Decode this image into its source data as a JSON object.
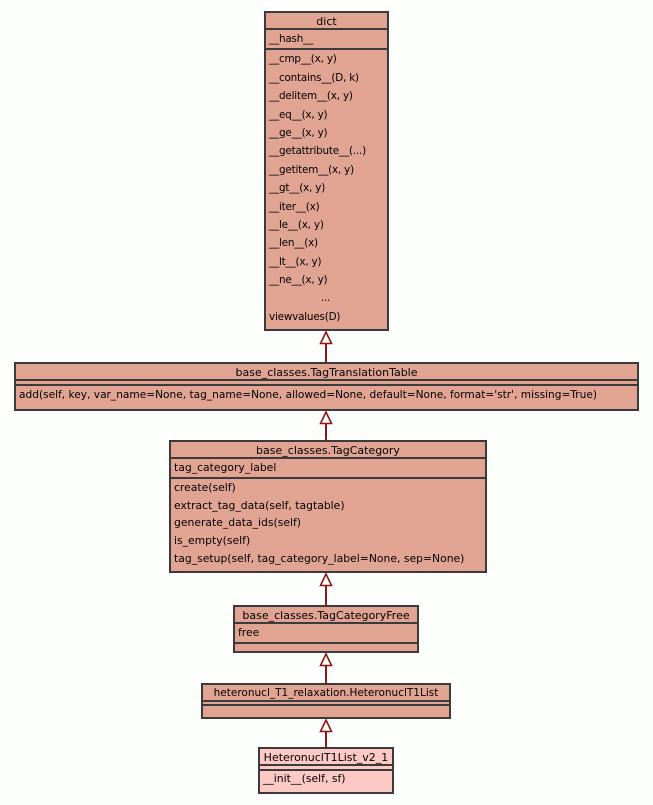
{
  "diagram": {
    "type": "uml-class-inheritance",
    "background_color": "#fdfffd",
    "class_fill_color": "#e2a492",
    "highlight_fill_color": "#fcc9c5",
    "border_color": "#3b3b3b",
    "arrow_color": "#8c1717",
    "classes": [
      {
        "name": "dict",
        "attributes": [
          "__hash__"
        ],
        "methods": [
          "__cmp__(x, y)",
          "__contains__(D, k)",
          "__delitem__(x, y)",
          "__eq__(x, y)",
          "__ge__(x, y)",
          "__getattribute__(...)",
          "__getitem__(x, y)",
          "__gt__(x, y)",
          "__iter__(x)",
          "__le__(x, y)",
          "__len__(x)",
          "__lt__(x, y)",
          "__ne__(x, y)",
          "...",
          "viewvalues(D)"
        ]
      },
      {
        "name": "base_classes.TagTranslationTable",
        "attributes": [],
        "methods": [
          "add(self, key, var_name=None, tag_name=None, allowed=None, default=None, format='str', missing=True)"
        ]
      },
      {
        "name": "base_classes.TagCategory",
        "attributes": [
          "tag_category_label"
        ],
        "methods": [
          "create(self)",
          "extract_tag_data(self, tagtable)",
          "generate_data_ids(self)",
          "is_empty(self)",
          "tag_setup(self, tag_category_label=None, sep=None)"
        ]
      },
      {
        "name": "base_classes.TagCategoryFree",
        "attributes": [
          "free"
        ],
        "methods": []
      },
      {
        "name": "heteronucl_T1_relaxation.HeteronuclT1List",
        "attributes": [],
        "methods": []
      },
      {
        "name": "HeteronuclT1List_v2_1",
        "attributes": [],
        "methods": [
          "__init__(self, sf)"
        ]
      }
    ],
    "inheritance_edges": [
      {
        "subclass": "base_classes.TagTranslationTable",
        "superclass": "dict"
      },
      {
        "subclass": "base_classes.TagCategory",
        "superclass": "base_classes.TagTranslationTable"
      },
      {
        "subclass": "base_classes.TagCategoryFree",
        "superclass": "base_classes.TagCategory"
      },
      {
        "subclass": "heteronucl_T1_relaxation.HeteronuclT1List",
        "superclass": "base_classes.TagCategoryFree"
      },
      {
        "subclass": "HeteronuclT1List_v2_1",
        "superclass": "heteronucl_T1_relaxation.HeteronuclT1List"
      }
    ]
  }
}
